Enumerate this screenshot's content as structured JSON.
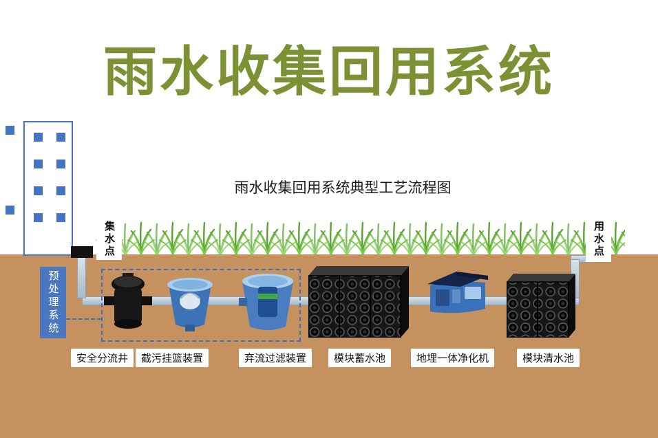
{
  "title": "雨水收集回用系统",
  "diagram": {
    "subtitle": "雨水收集回用系统典型工艺流程图",
    "collection_point": "集水点",
    "use_point": "用水点",
    "pretreatment_system": "预处理系统",
    "equipment": [
      {
        "name": "安全分流井"
      },
      {
        "name": "截污挂篮装置"
      },
      {
        "name": "弃流过滤装置"
      },
      {
        "name": "模块蓄水池"
      },
      {
        "name": "地埋一体净化机"
      },
      {
        "name": "模块清水池"
      }
    ]
  },
  "colors": {
    "title_green": "#7c9133",
    "accent_blue": "#4472c4",
    "pretreatment_bg": "#4a77be",
    "ground_brown": "#c4915f",
    "grass_green": "#6ab33e",
    "pipe_gray": "#b3c2d1",
    "device_black": "#141414",
    "bucket_blue": "#3c72b6"
  }
}
